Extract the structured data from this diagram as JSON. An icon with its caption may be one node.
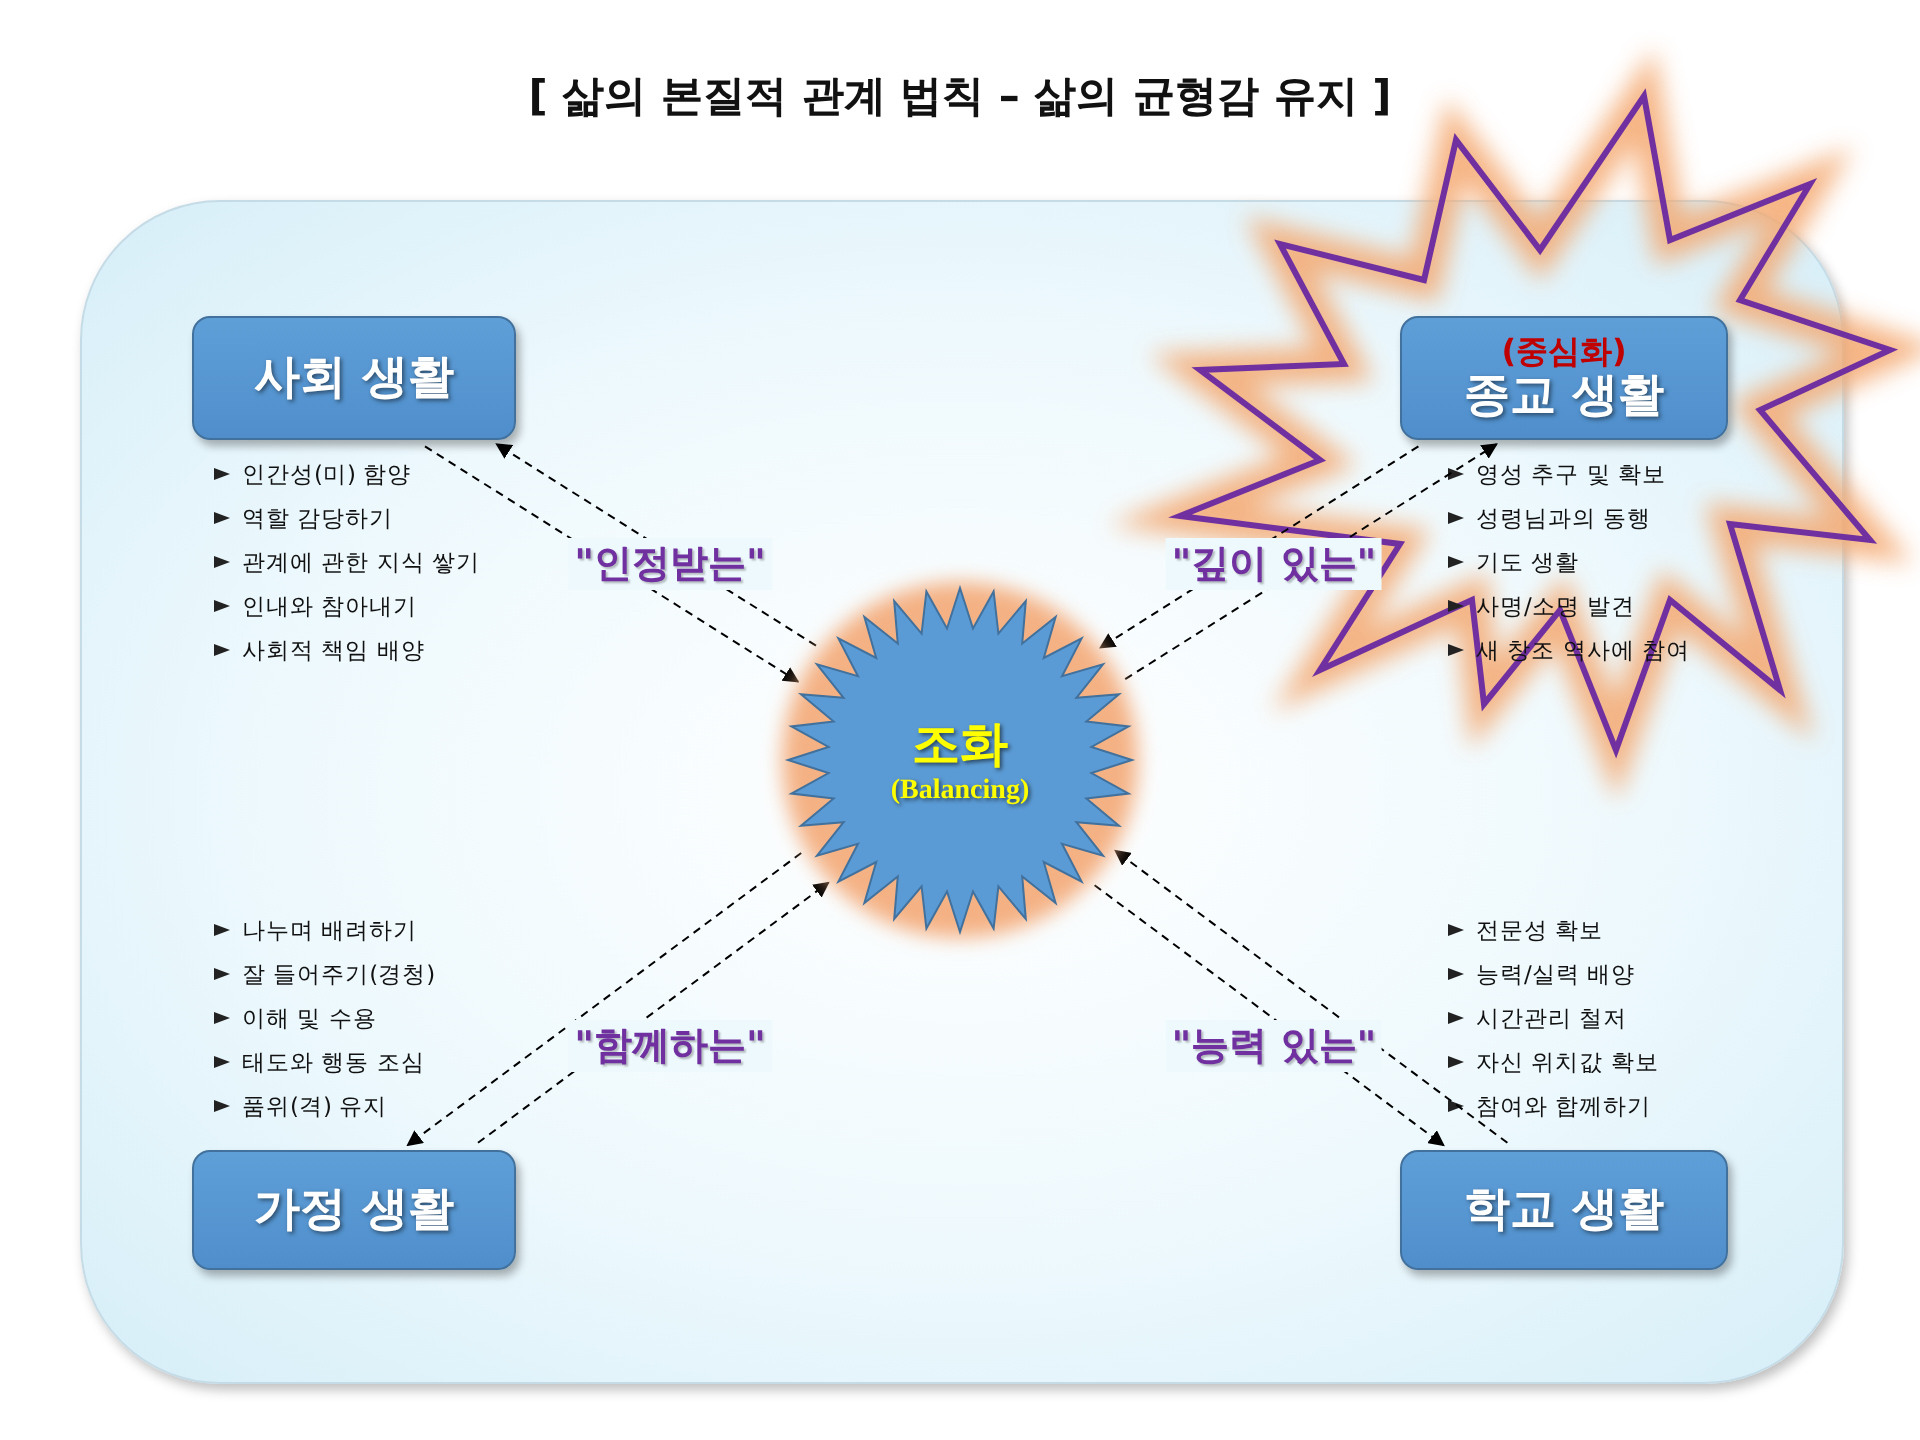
{
  "diagram": {
    "title": "[ 삶의 본질적 관계 법칙 – 삶의 균형감 유지 ]",
    "nodes": [
      {
        "text": [
          "사회 생활"
        ],
        "beside": [
          "인간성(미) 함양",
          "역할 감당하기",
          "관계에 관한 지식 쌓기",
          "인내와 참아내기",
          "사회적 책임 배양"
        ]
      },
      {
        "text": [
          "(중심화)",
          "종교 생활"
        ],
        "beside": [
          "영성 추구 및 확보",
          "성령님과의 동행",
          "기도 생활",
          "사명/소명 발견",
          "새 창조 역사에 참여"
        ]
      },
      {
        "text": [
          "조화",
          "(Balancing)"
        ]
      },
      {
        "text": [
          "가정 생활"
        ],
        "beside": [
          "나누며 배려하기",
          "잘 들어주기(경청)",
          "이해 및 수용",
          "태도와 행동 조심",
          "품위(격) 유지"
        ]
      },
      {
        "text": [
          "학교 생활"
        ],
        "beside": [
          "전문성 확보",
          "능력/실력 배양",
          "시간관리 철저",
          "자신 위치값 확보",
          "참여와 합께하기"
        ]
      }
    ],
    "edges": [
      {
        "from": 0,
        "to": 2,
        "arrow": "to",
        "style": "dashed"
      },
      {
        "from": 2,
        "to": 0,
        "arrow": "to",
        "style": "dashed"
      },
      {
        "from": 2,
        "to": 1,
        "arrow": "to",
        "style": "dashed"
      },
      {
        "from": 1,
        "to": 2,
        "arrow": "to",
        "style": "dashed"
      },
      {
        "from": 3,
        "to": 2,
        "arrow": "to",
        "style": "dashed"
      },
      {
        "from": 2,
        "to": 3,
        "arrow": "to",
        "style": "dashed"
      },
      {
        "from": 2,
        "to": 4,
        "arrow": "to",
        "style": "dashed"
      },
      {
        "from": 4,
        "to": 2,
        "arrow": "to",
        "style": "dashed"
      }
    ],
    "labels": [
      "\"인정받는\"",
      "\"깊이 있는\"",
      "\"함께하는\"",
      "\"능력 있는\""
    ]
  }
}
